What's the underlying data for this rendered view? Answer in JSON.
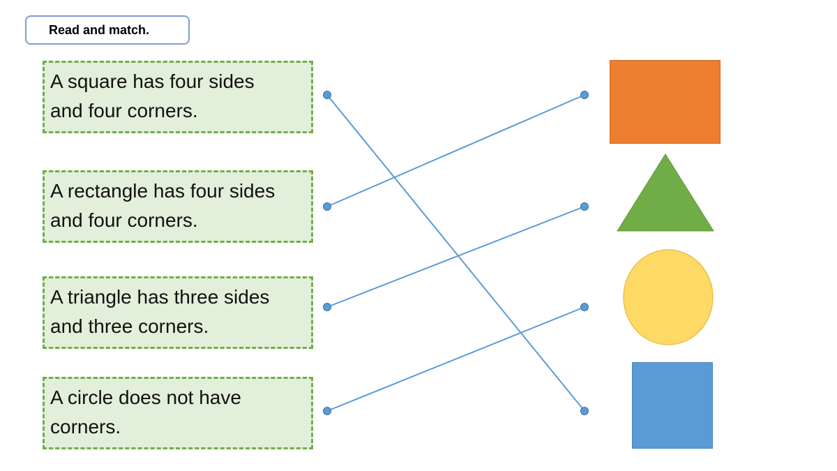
{
  "title": "Read and match.",
  "statements": [
    {
      "line1": "A square has four sides",
      "line2": "and four corners."
    },
    {
      "line1": "A rectangle has four sides",
      "line2": "and four corners."
    },
    {
      "line1": "A triangle has three sides",
      "line2": "and three corners."
    },
    {
      "line1": "A circle does not have",
      "line2": "corners."
    }
  ],
  "shapes": [
    {
      "shape": "rectangle",
      "color": "#ed7d31"
    },
    {
      "shape": "triangle",
      "color": "#70ad47"
    },
    {
      "shape": "circle",
      "color": "#ffd966"
    },
    {
      "shape": "square",
      "color": "#5b9bd5"
    }
  ],
  "matches": [
    {
      "statement": 1,
      "shape": 4
    },
    {
      "statement": 2,
      "shape": 1
    },
    {
      "statement": 3,
      "shape": 2
    },
    {
      "statement": 4,
      "shape": 3
    }
  ],
  "colors": {
    "connector": "#5b9bd5",
    "box_border": "#70ad47",
    "box_fill": "#e2efda",
    "title_border": "#7f9fcf"
  }
}
